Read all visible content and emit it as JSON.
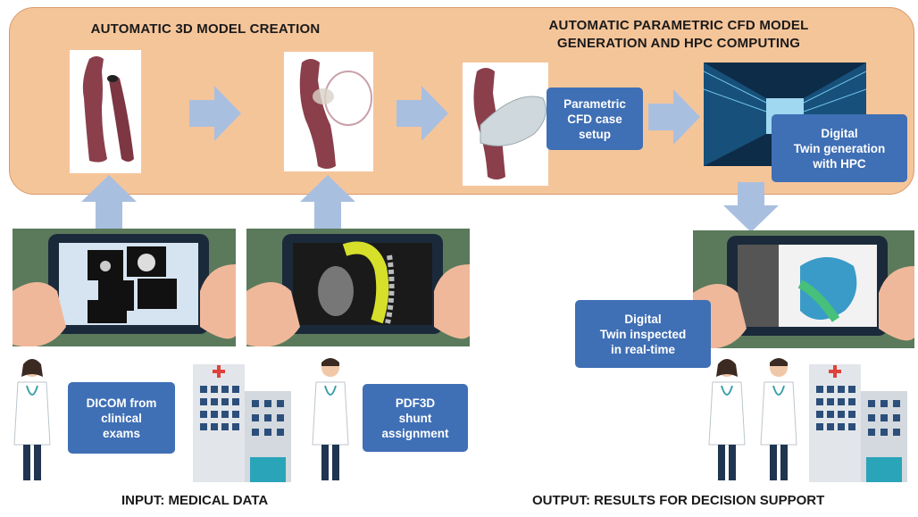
{
  "band": {
    "title_left": "AUTOMATIC 3D MODEL CREATION",
    "title_right_line1": "AUTOMATIC PARAMETRIC CFD MODEL",
    "title_right_line2": "GENERATION AND HPC COMPUTING"
  },
  "boxes": {
    "cfd_setup": "Parametric\nCFD case\nsetup",
    "digital_twin_hpc": "Digital\nTwin generation\nwith HPC",
    "digital_twin_inspected": "Digital\nTwin inspected\nin real-time",
    "dicom": "DICOM from\nclinical\nexams",
    "pdf3d": "PDF3D\nshunt\nassignment"
  },
  "labels": {
    "input": "INPUT: MEDICAL DATA",
    "output": "OUTPUT: RESULTS FOR DECISION SUPPORT"
  },
  "colors": {
    "band": "#f5c59a",
    "arrow": "#a9bfe0",
    "box": "#3f6fb5",
    "vessel": "#8a3f4b",
    "tablet_bg": "#5b7a5c"
  }
}
